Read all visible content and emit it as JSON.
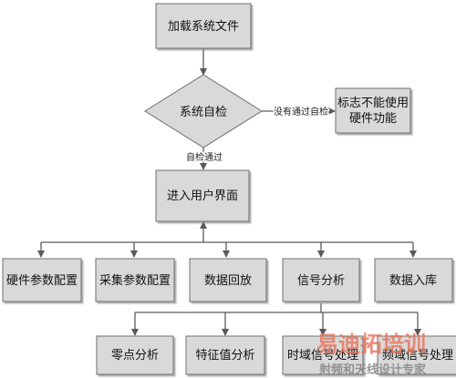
{
  "nodes": {
    "load": "加载系统文件",
    "selfcheck": "系统自检",
    "hwflag": "标志不能使用硬件功能",
    "hwflag_line1": "标志不能使用",
    "hwflag_line2": "硬件功能",
    "ui": "进入用户界面",
    "hwconfig": "硬件参数配置",
    "acqconfig": "采集参数配置",
    "playback": "数据回放",
    "analysis": "信号分析",
    "storage": "数据入库",
    "zero": "零点分析",
    "feature": "特征值分析",
    "timedomain": "时域信号处理",
    "freqdomain": "频域信号处理"
  },
  "edges": {
    "fail": "没有通过自检",
    "pass": "自检通过"
  },
  "watermark": {
    "line1": "易迪拓培训",
    "line2": "射频和天线设计专家"
  }
}
